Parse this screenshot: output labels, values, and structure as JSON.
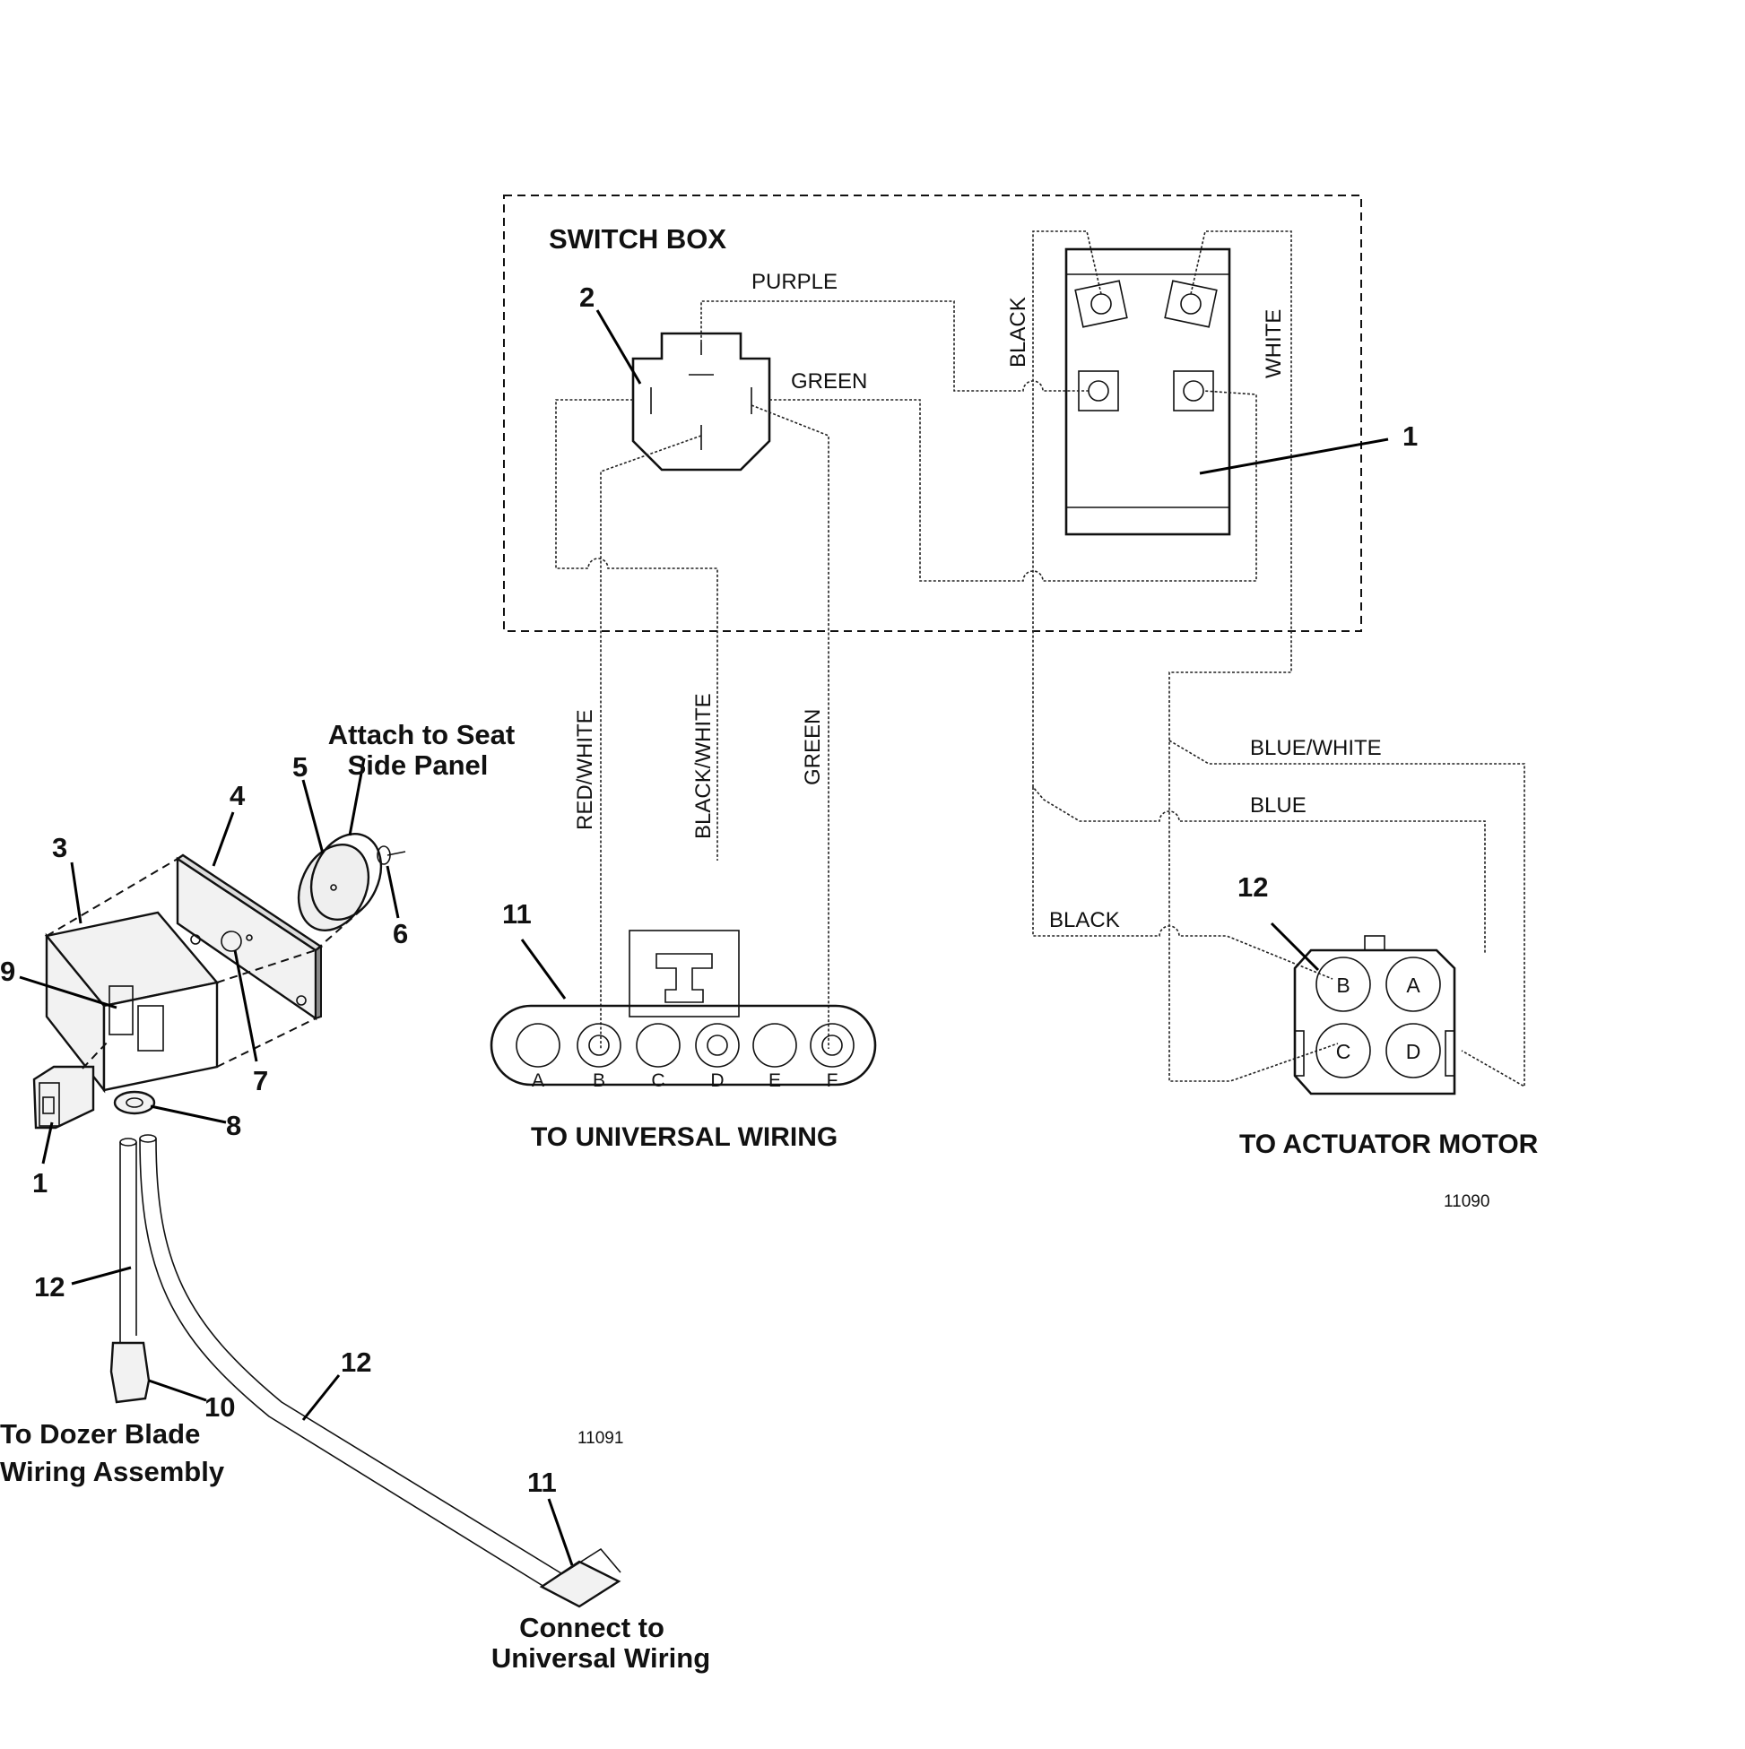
{
  "schematic": {
    "switch_box_title": "SWITCH BOX",
    "wire_labels": {
      "purple": "PURPLE",
      "green_top": "GREEN",
      "black_vertical": "BLACK",
      "white_vertical": "WHITE",
      "red_white": "RED/WHITE",
      "black_white": "BLACK/WHITE",
      "green_vertical": "GREEN",
      "blue_white": "BLUE/WHITE",
      "blue": "BLUE",
      "black_bottom": "BLACK"
    },
    "callouts": {
      "relay": "2",
      "switch": "1",
      "connector_universal": "11",
      "connector_actuator": "12"
    },
    "universal_pins": [
      "A",
      "B",
      "C",
      "D",
      "E",
      "F"
    ],
    "actuator_pins": [
      "B",
      "A",
      "C",
      "D"
    ],
    "to_universal_label": "TO UNIVERSAL WIRING",
    "to_actuator_label": "TO ACTUATOR MOTOR",
    "figure_number": "11090"
  },
  "assembly": {
    "callouts": {
      "c1": "1",
      "c3": "3",
      "c4": "4",
      "c5": "5",
      "c6": "6",
      "c7": "7",
      "c8": "8",
      "c9": "9",
      "c10": "10",
      "c11": "11",
      "c12a": "12",
      "c12b": "12"
    },
    "attach_line1": "Attach to Seat",
    "attach_line2": "Side Panel",
    "dozer_line1": "To Dozer Blade",
    "dozer_line2": "Wiring Assembly",
    "connect_line1": "Connect to",
    "connect_line2": "Universal Wiring",
    "figure_number": "11091"
  }
}
